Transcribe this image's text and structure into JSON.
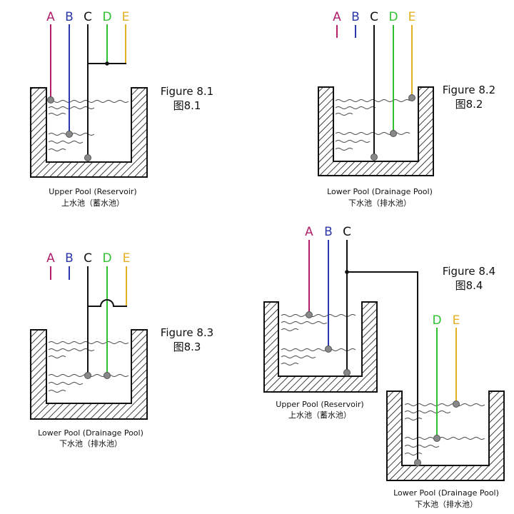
{
  "colors": {
    "A": "#b0206a",
    "B": "#2a37a8",
    "C": "#111111",
    "D": "#2fc02f",
    "E": "#e2b020"
  },
  "electrodes": {
    "A": "A",
    "B": "B",
    "C": "C",
    "D": "D",
    "E": "E"
  },
  "figures": {
    "f1": {
      "title": "Figure 8.1",
      "title_cn": "图8.1",
      "caption": "Upper Pool (Reservoir)",
      "caption_cn": "上水池（蓄水池）"
    },
    "f2": {
      "title": "Figure 8.2",
      "title_cn": "图8.2",
      "caption": "Lower Pool (Drainage Pool)",
      "caption_cn": "下水池（排水池）"
    },
    "f3": {
      "title": "Figure 8.3",
      "title_cn": "图8.3",
      "caption": "Lower Pool (Drainage Pool)",
      "caption_cn": "下水池（排水池）"
    },
    "f4": {
      "title": "Figure 8.4",
      "title_cn": "图8.4",
      "caption_upper": "Upper Pool (Reservoir)",
      "caption_upper_cn": "上水池（蓄水池）",
      "caption_lower": "Lower Pool (Drainage Pool)",
      "caption_lower_cn": "下水池（排水池）"
    }
  }
}
